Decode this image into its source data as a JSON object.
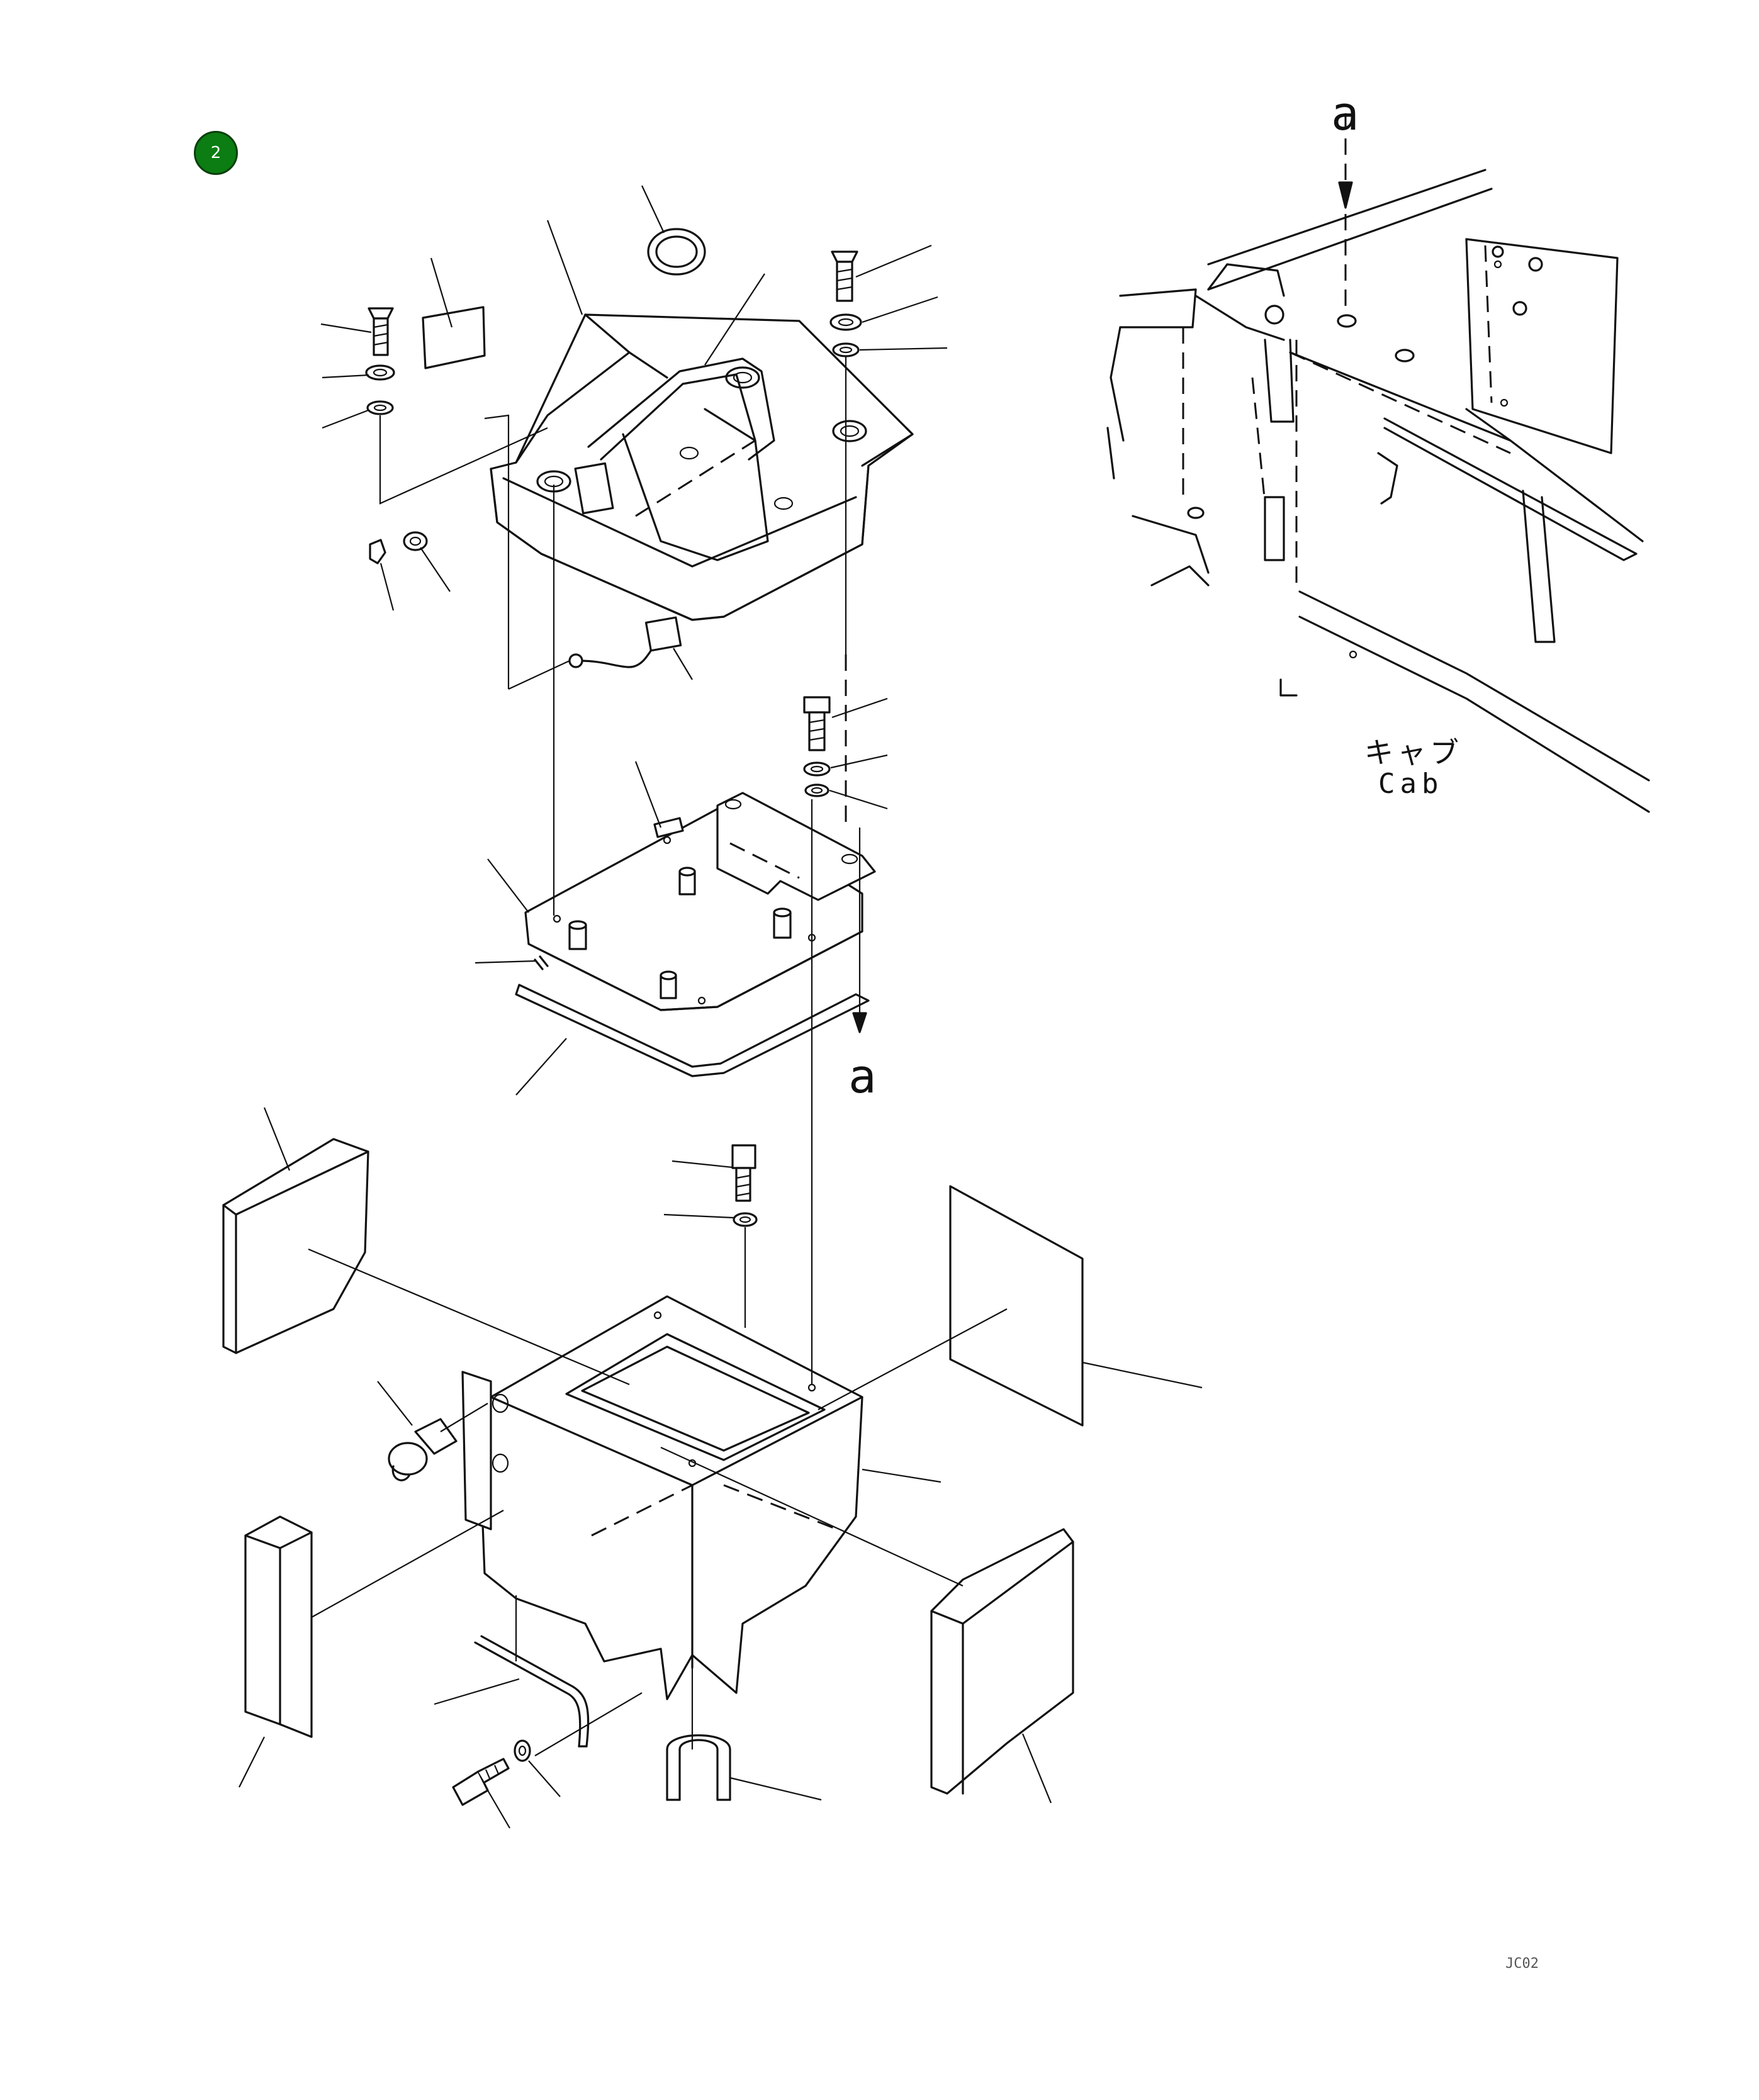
{
  "diagram": {
    "item_badge": "2",
    "view_marker_top": "a",
    "view_marker_mid": "a",
    "cab_label_jp": "キャブ",
    "cab_label_en": "Cab",
    "sheet_code": "JC02"
  },
  "colors": {
    "badge_fill": "#0b7d12",
    "line": "#111111",
    "background": "#ffffff"
  }
}
